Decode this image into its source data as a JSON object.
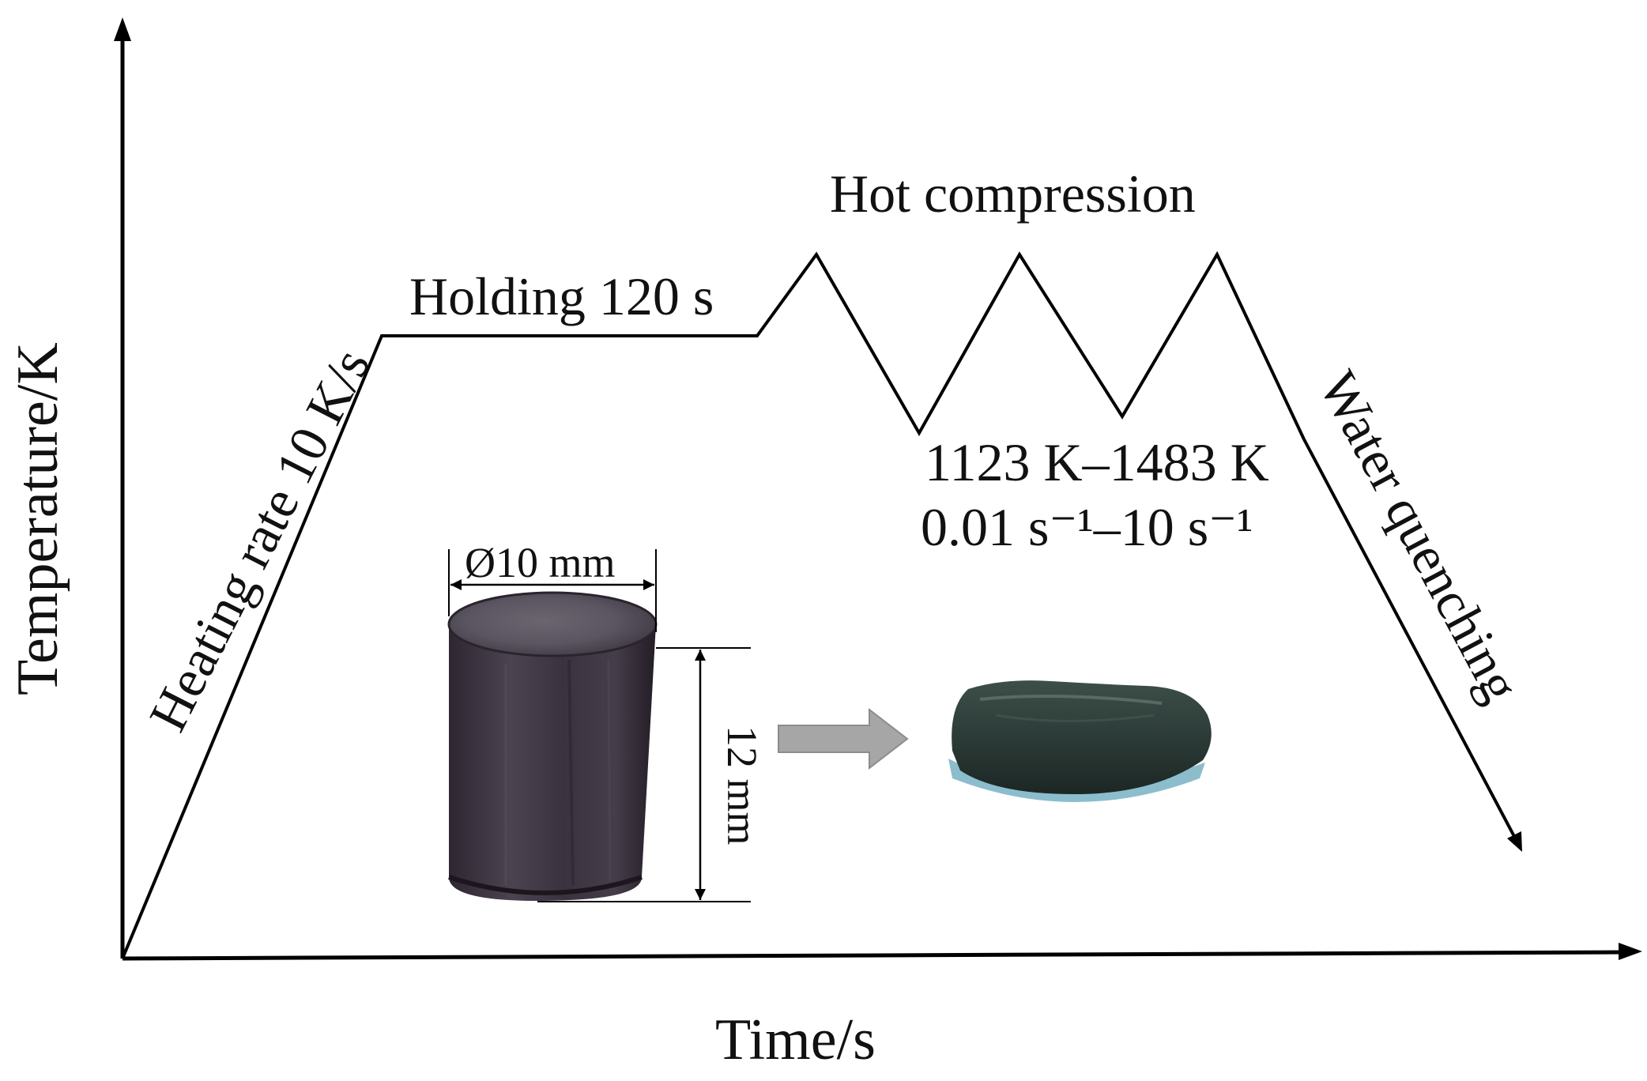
{
  "axes": {
    "y_label": "Temperature/K",
    "x_label": "Time/s"
  },
  "stages": {
    "heating": "Heating rate 10 K/s",
    "holding": "Holding 120 s",
    "compression": "Hot compression",
    "quenching": "Water quenching"
  },
  "conditions": {
    "temperature_range": "1123 K–1483 K",
    "strain_rate_range": "0.01 s⁻¹–10 s⁻¹"
  },
  "specimen": {
    "diameter": "Ø10 mm",
    "height": "12 mm"
  },
  "colors": {
    "line": "#000000",
    "arrow_fill": "#a6a6a6",
    "cylinder": "#3e3442",
    "compressed": "#2c3b37",
    "base_plate": "#7fb6c8"
  }
}
